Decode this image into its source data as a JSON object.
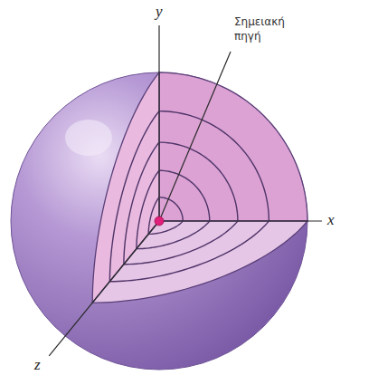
{
  "diagram": {
    "labels": [
      "y",
      "x",
      "z",
      "Σημειακή πηγή"
    ]
  }
}
